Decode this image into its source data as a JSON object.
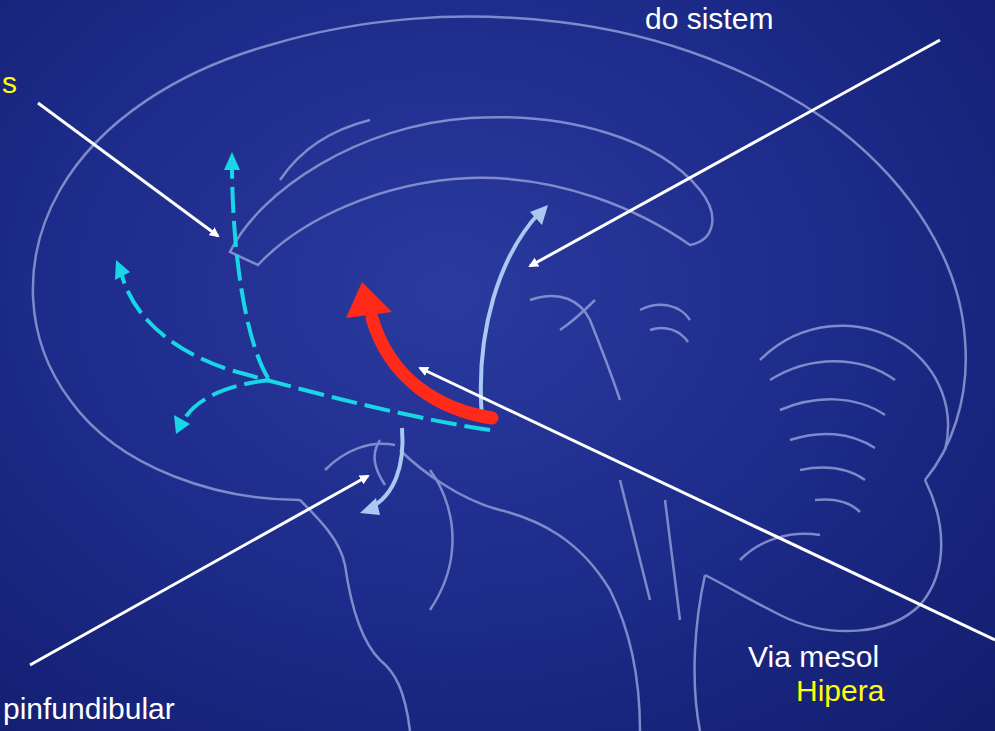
{
  "diagram": {
    "labels": [
      "s",
      "do sistem",
      "Via mesol",
      "Hipera",
      "pinfundibular"
    ]
  }
}
